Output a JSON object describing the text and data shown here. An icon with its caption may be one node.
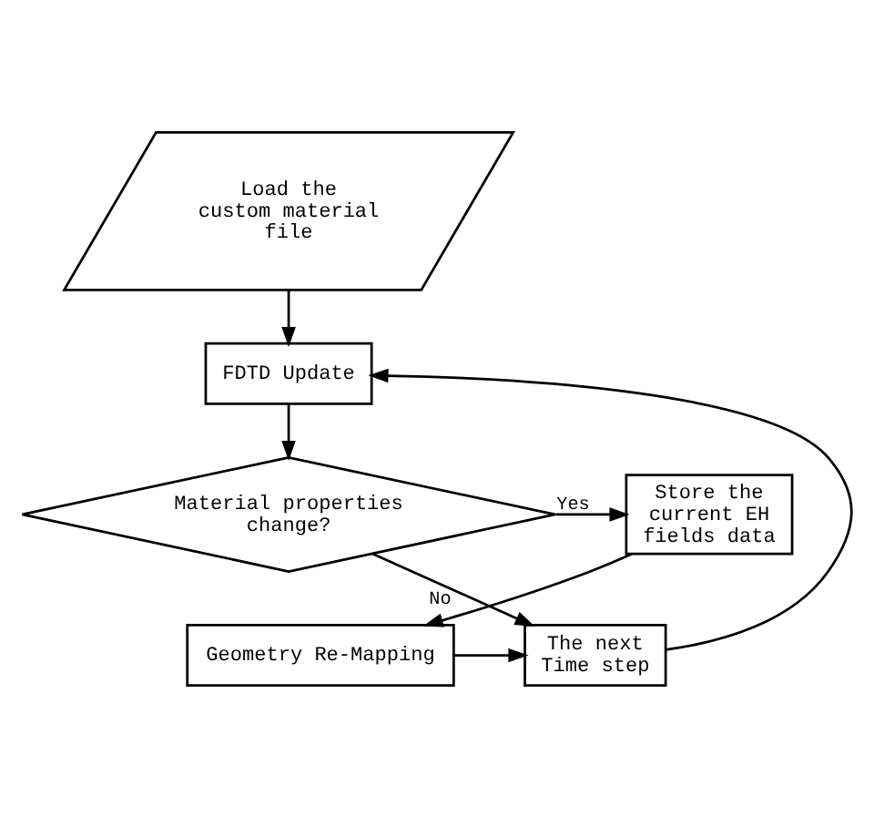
{
  "diagram": {
    "nodes": [
      {
        "text": [
          "Load the custom material file"
        ]
      },
      {
        "text": [
          "FDTD Update"
        ]
      },
      {
        "text": [
          "Material properties change?"
        ]
      },
      {
        "text": [
          "Store the current EH fields data"
        ]
      },
      {
        "text": [
          "Geometry Re-Mapping"
        ]
      },
      {
        "text": [
          "The next Time step"
        ]
      }
    ],
    "edges": [
      {
        "from": 0,
        "to": 1,
        "arrow": "to"
      },
      {
        "from": 1,
        "to": 2,
        "arrow": "to"
      },
      {
        "from": 2,
        "to": 3,
        "arrow": "to",
        "label": "Yes"
      },
      {
        "from": 3,
        "to": 4,
        "arrow": "to"
      },
      {
        "from": 2,
        "to": 5,
        "arrow": "to",
        "label": "No"
      },
      {
        "from": 4,
        "to": 5,
        "arrow": "to"
      },
      {
        "from": 5,
        "to": 1,
        "arrow": "to"
      }
    ]
  }
}
